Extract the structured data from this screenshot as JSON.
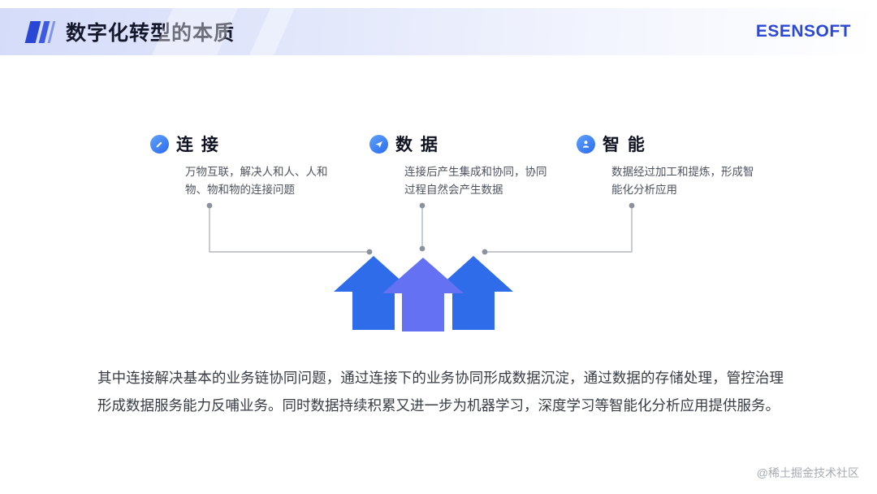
{
  "header": {
    "title": "数字化转型的本质",
    "logo": "ESENSOFT"
  },
  "sections": [
    {
      "title": "连 接",
      "icon": "pen-icon",
      "desc": "万物互联，解决人和人、人和物、物和物的连接问题"
    },
    {
      "title": "数 据",
      "icon": "paper-plane-icon",
      "desc": "连接后产生集成和协同，协同过程自然会产生数据"
    },
    {
      "title": "智 能",
      "icon": "user-icon",
      "desc": "数据经过加工和提炼，形成智能化分析应用"
    }
  ],
  "summary": "其中连接解决基本的业务链协同问题，通过连接下的业务协同形成数据沉淀，通过数据的存储处理，管控治理形成数据服务能力反哺业务。同时数据持续积累又进一步为机器学习，深度学习等智能化分析应用提供服务。",
  "watermark": "@稀土掘金技术社区",
  "colors": {
    "arrow_blue": "#2e6cea",
    "arrow_indigo": "#6471f3",
    "connector_gray": "#a3a9b5",
    "dot_gray": "#8b929e",
    "brand_blue": "#2b49d6"
  }
}
